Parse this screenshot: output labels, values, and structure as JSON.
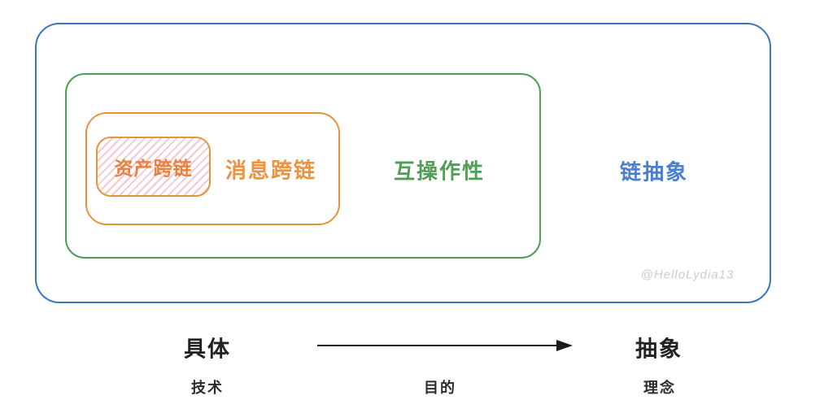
{
  "diagram": {
    "boxes": {
      "asset_crosschain": {
        "label": "资产跨链",
        "border_color": "#e8923a",
        "text_color": "#e9813d",
        "hatch_color": "#f6c7d1"
      },
      "message_crosschain": {
        "label": "消息跨链",
        "border_color": "#e8923a",
        "text_color": "#ed923d"
      },
      "interoperability": {
        "label": "互操作性",
        "border_color": "#4fa055",
        "text_color": "#4fa055"
      },
      "chain_abstraction": {
        "label": "链抽象",
        "border_color": "#3b76c4",
        "text_color": "#4a80cd"
      }
    },
    "watermark": "@HelloLydia13"
  },
  "axis": {
    "left_label": "具体",
    "right_label": "抽象",
    "arrow_direction": "right",
    "bottom_labels": [
      "技术",
      "目的",
      "理念"
    ]
  }
}
